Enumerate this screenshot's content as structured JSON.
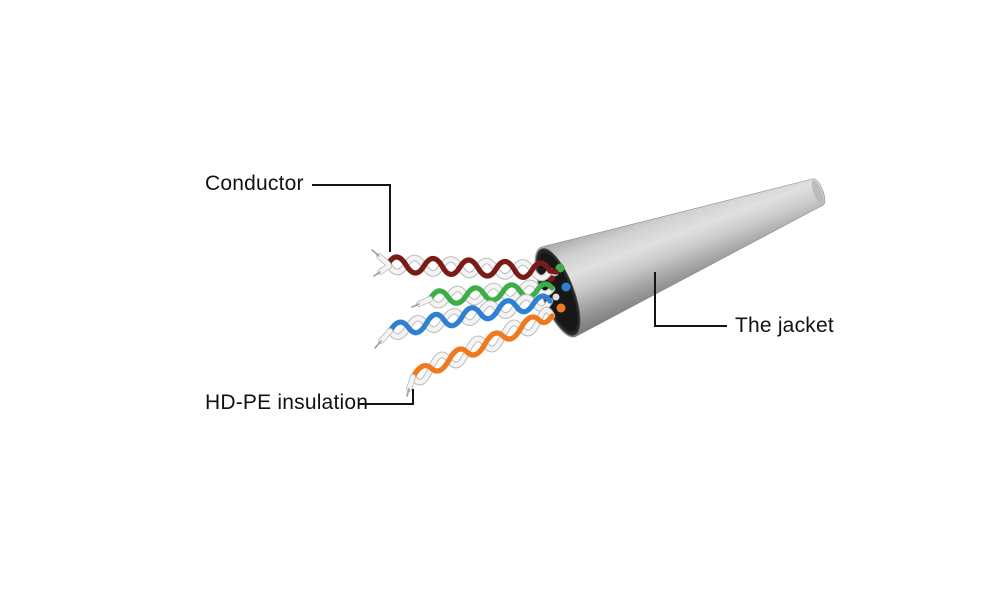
{
  "diagram": {
    "labels": {
      "conductor": "Conductor",
      "insulation": "HD-PE insulation",
      "jacket": "The jacket"
    },
    "colors": {
      "leader": "#141414",
      "pair_brown": "#7b1b18",
      "pair_green": "#3cae47",
      "pair_blue": "#2f80d2",
      "pair_orange": "#f0791f",
      "white_wire": "#f4f4f4",
      "wire_shadow": "#bcbcbc",
      "conductor_tip": "#9c9c9c",
      "jacket_face": "#262626"
    }
  }
}
